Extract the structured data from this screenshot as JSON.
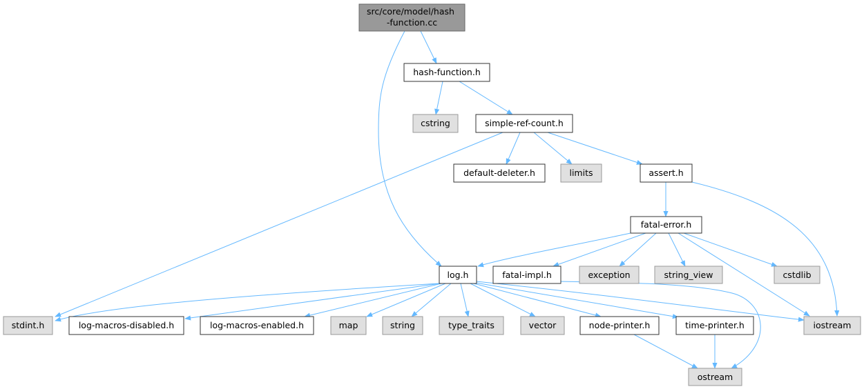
{
  "colors": {
    "edge": "#63b8ff",
    "root_fill": "#999999",
    "root_stroke": "#666666",
    "file_fill": "#ffffff",
    "file_stroke": "#333333",
    "system_fill": "#e0e0e0",
    "system_stroke": "#999999"
  },
  "nodes": {
    "root": "src/core/model/hash\n-function.cc",
    "hash_function_h": "hash-function.h",
    "cstring": "cstring",
    "simple_ref_count_h": "simple-ref-count.h",
    "default_deleter_h": "default-deleter.h",
    "limits": "limits",
    "assert_h": "assert.h",
    "fatal_error_h": "fatal-error.h",
    "log_h": "log.h",
    "fatal_impl_h": "fatal-impl.h",
    "exception": "exception",
    "string_view": "string_view",
    "cstdlib": "cstdlib",
    "stdint_h": "stdint.h",
    "log_macros_disabled_h": "log-macros-disabled.h",
    "log_macros_enabled_h": "log-macros-enabled.h",
    "map": "map",
    "string": "string",
    "type_traits": "type_traits",
    "vector": "vector",
    "node_printer_h": "node-printer.h",
    "time_printer_h": "time-printer.h",
    "iostream": "iostream",
    "ostream": "ostream"
  }
}
